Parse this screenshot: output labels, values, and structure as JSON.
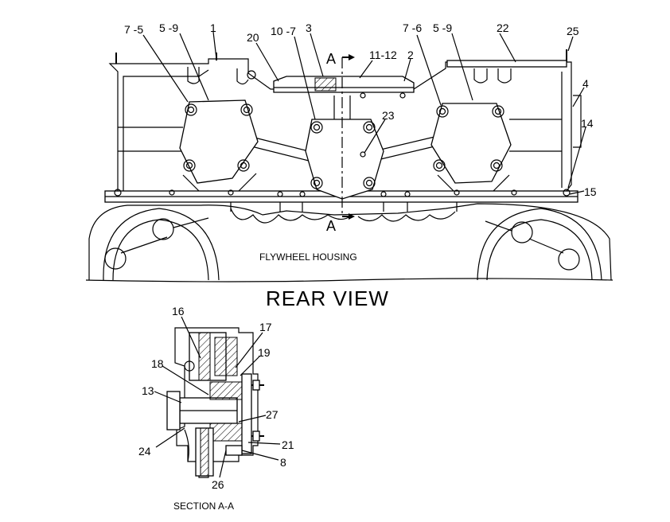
{
  "titles": {
    "rear_view": "REAR VIEW",
    "section": "SECTION A-A",
    "housing": "FLYWHEEL HOUSING",
    "section_mark_top": "A",
    "section_mark_bottom": "A"
  },
  "callouts": {
    "c7_5": "7 -5",
    "c5_9_left": "5 -9",
    "c1": "1",
    "c20": "20",
    "c10_7": "10 -7",
    "c3": "3",
    "c11_12": "11-12",
    "c2": "2",
    "c7_6": "7 -6",
    "c5_9_right": "5 -9",
    "c22": "22",
    "c25": "25",
    "c4": "4",
    "c14": "14",
    "c15": "15",
    "c23": "23",
    "c16": "16",
    "c17": "17",
    "c19": "19",
    "c18": "18",
    "c13": "13",
    "c27": "27",
    "c24": "24",
    "c21": "21",
    "c8": "8",
    "c26": "26"
  }
}
